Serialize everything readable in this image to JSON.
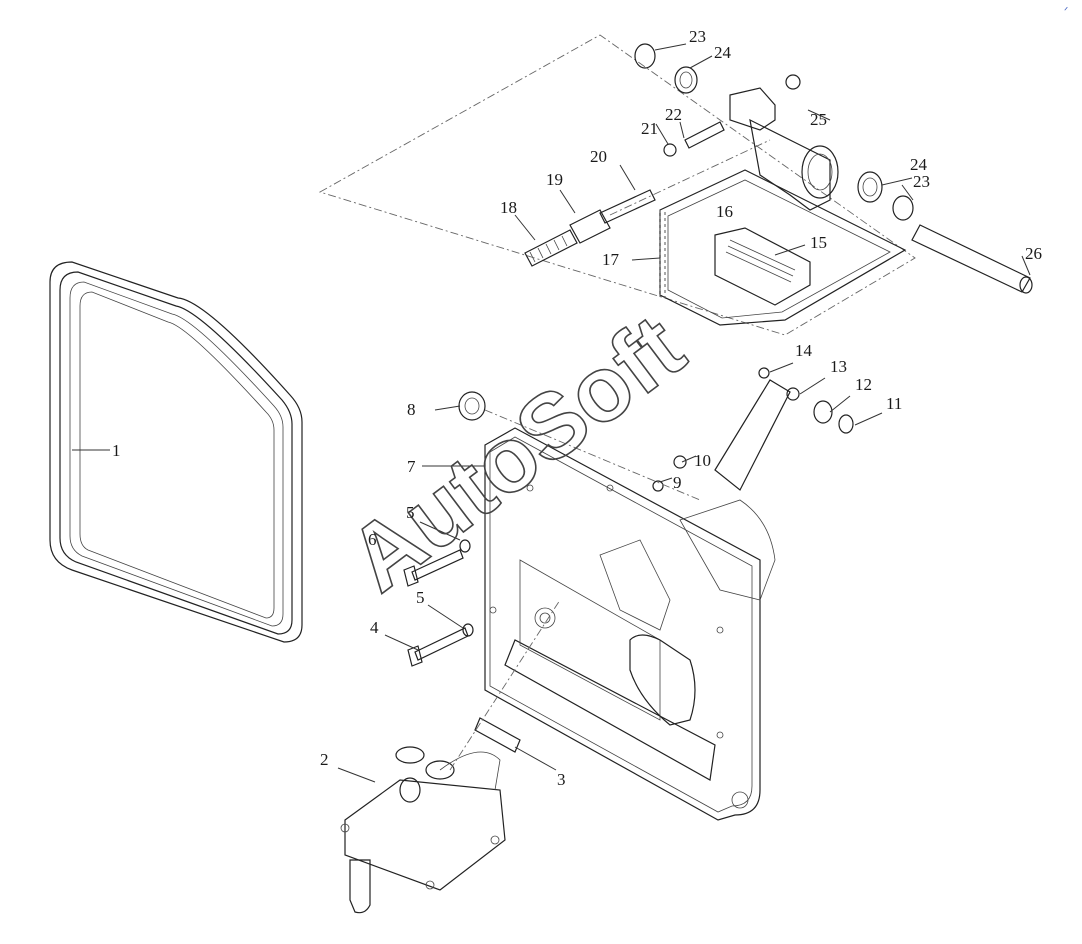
{
  "watermark": {
    "text": "AutoSoft"
  },
  "corner_mark": {
    "text": "ᐟ"
  },
  "callouts": {
    "c1": "1",
    "c2": "2",
    "c3": "3",
    "c4": "4",
    "c5a": "5",
    "c5b": "5",
    "c6": "6",
    "c7": "7",
    "c8": "8",
    "c9": "9",
    "c10": "10",
    "c11": "11",
    "c12": "12",
    "c13": "13",
    "c14": "14",
    "c15": "15",
    "c16": "16",
    "c17": "17",
    "c18": "18",
    "c19": "19",
    "c20": "20",
    "c21": "21",
    "c22": "22",
    "c23a": "23",
    "c23b": "23",
    "c24a": "24",
    "c24b": "24",
    "c25": "25",
    "c26": "26"
  }
}
